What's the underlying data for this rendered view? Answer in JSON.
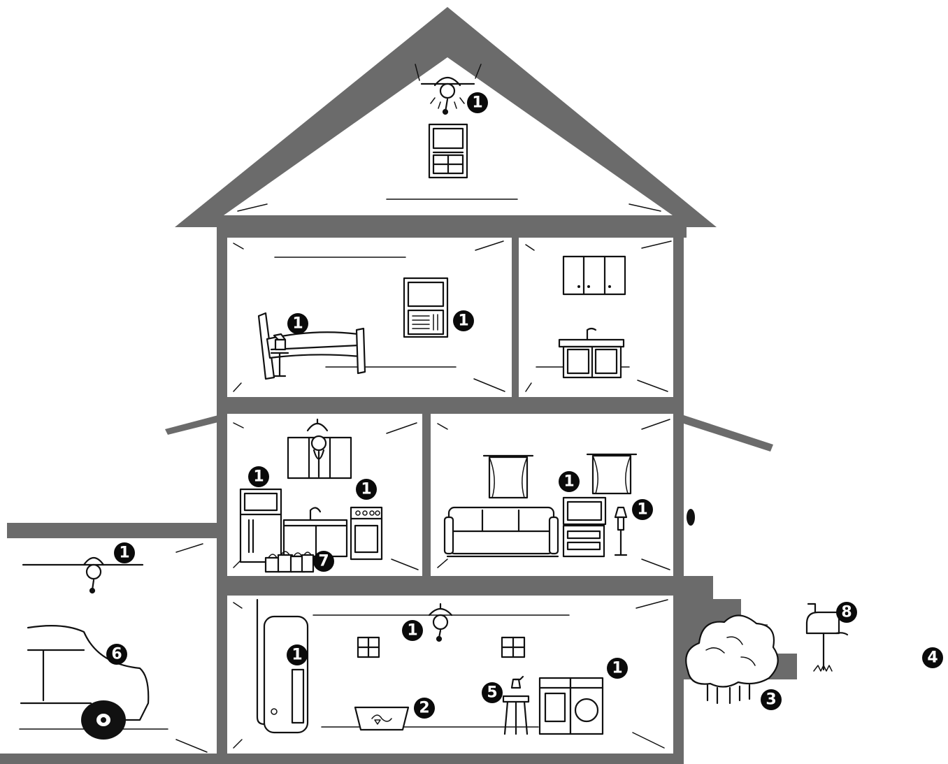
{
  "colors": {
    "wall": "#6b6b6b",
    "ink": "#111111",
    "badge": "#0a0a0a",
    "badge_text": "#ffffff"
  },
  "markers": [
    {
      "id": "attic-light",
      "label": "1"
    },
    {
      "id": "bedroom-bed",
      "label": "1"
    },
    {
      "id": "bedroom-ac",
      "label": "1"
    },
    {
      "id": "kitchen-fridge",
      "label": "1"
    },
    {
      "id": "kitchen-stove",
      "label": "1"
    },
    {
      "id": "living-tv",
      "label": "1"
    },
    {
      "id": "living-lamp",
      "label": "1"
    },
    {
      "id": "garage-light",
      "label": "1"
    },
    {
      "id": "basement-light",
      "label": "1"
    },
    {
      "id": "basement-water-heater",
      "label": "1"
    },
    {
      "id": "basement-washer",
      "label": "1"
    },
    {
      "id": "basement-recycling",
      "label": "2"
    },
    {
      "id": "yard-shrubs",
      "label": "3"
    },
    {
      "id": "yard-outside",
      "label": "4"
    },
    {
      "id": "basement-spray",
      "label": "5"
    },
    {
      "id": "garage-car",
      "label": "6"
    },
    {
      "id": "kitchen-bags",
      "label": "7"
    },
    {
      "id": "mailbox",
      "label": "8"
    }
  ]
}
